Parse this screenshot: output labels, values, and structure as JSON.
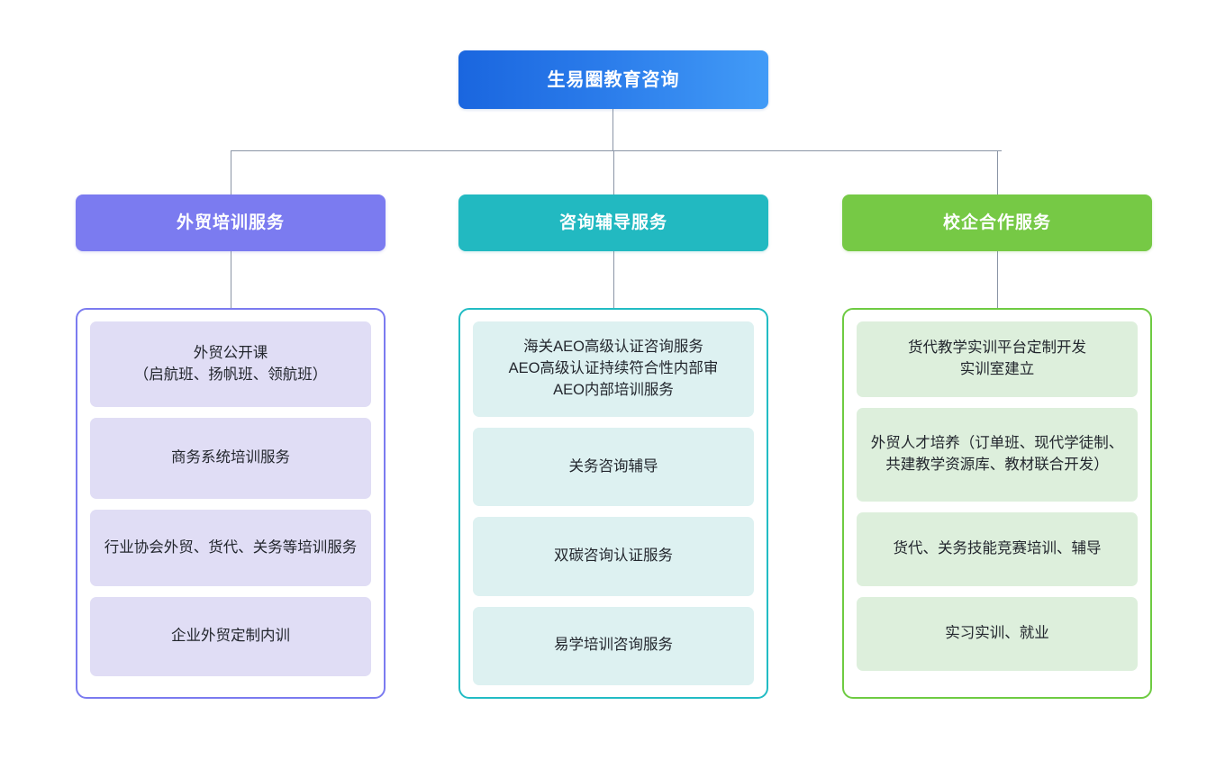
{
  "diagram": {
    "type": "organization-chart",
    "root": {
      "label": "生易圈教育咨询",
      "color": "#2a7bea",
      "gradient_from": "#1a66df",
      "gradient_to": "#429bf7",
      "text_color": "#ffffff"
    },
    "connector_color": "#8b95a6",
    "branches": [
      {
        "label": "外贸培训服务",
        "header_color": "#7b7bf0",
        "border_color": "#7b7bf0",
        "leaf_color": "#e0ddf5",
        "items": [
          "外贸公开课\n（启航班、扬帆班、领航班）",
          "商务系统培训服务",
          "行业协会外贸、货代、关务等培训服务",
          "企业外贸定制内训"
        ]
      },
      {
        "label": "咨询辅导服务",
        "header_color": "#22b9c1",
        "border_color": "#22bcc4",
        "leaf_color": "#ddf1f1",
        "items": [
          "海关AEO高级认证咨询服务\nAEO高级认证持续符合性内部审\nAEO内部培训服务",
          "关务咨询辅导",
          "双碳咨询认证服务",
          "易学培训咨询服务"
        ]
      },
      {
        "label": "校企合作服务",
        "header_color": "#76c945",
        "border_color": "#6ecb42",
        "leaf_color": "#ddefdc",
        "items": [
          "货代教学实训平台定制开发\n实训室建立",
          "外贸人才培养（订单班、现代学徒制、共建教学资源库、教材联合开发）",
          "货代、关务技能竞赛培训、辅导",
          "实习实训、就业"
        ]
      }
    ]
  }
}
